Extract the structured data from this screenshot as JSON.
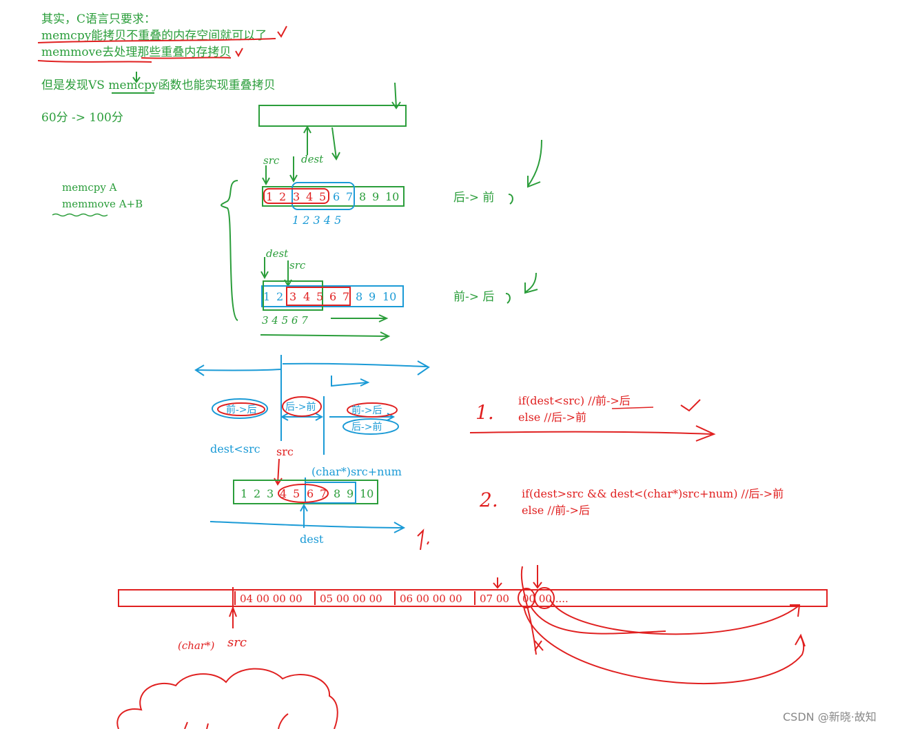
{
  "notes": {
    "line1": "其实，C语言只要求：",
    "line2": "memcpy能拷贝不重叠的内存空间就可以了",
    "line3": "memmove去处理那些重叠内存拷贝",
    "line4": "但是发现VS memcpy函数也能实现重叠拷贝",
    "line5": "60分 -> 100分"
  },
  "side": {
    "memcpy": "memcpy  A",
    "memmove": "memmove A+B"
  },
  "array1": {
    "cells": [
      "1",
      "2",
      "3",
      "4",
      "5",
      "6",
      "7",
      "8",
      "9",
      "10"
    ],
    "src_label": "src",
    "dest_label": "dest",
    "below": "1 2 3 4 5",
    "direction": "后-> 前"
  },
  "array2": {
    "cells": [
      "1",
      "2",
      "3",
      "4",
      "5",
      "6",
      "7",
      "8",
      "9",
      "10"
    ],
    "src_label": "src",
    "dest_label": "dest",
    "below": "3 4 5 6 7",
    "direction": "前-> 后"
  },
  "regions": {
    "left": "前->后",
    "middle": "后->前",
    "right_top": "前->后",
    "right_bottom": "后->前",
    "dest_lt_src": "dest<src",
    "src": "src",
    "src_num": "(char*)src+num",
    "dest": "dest"
  },
  "array3": {
    "cells": [
      "1",
      "2",
      "3",
      "4",
      "5",
      "6",
      "7",
      "8",
      "9",
      "10"
    ]
  },
  "rules": {
    "num1": "1.",
    "rule1_line1": "if(dest<src)  //前->后",
    "rule1_line2": "else          //后->前",
    "num2": "2.",
    "rule2_line1": "if(dest>src && dest<(char*)src+num) //后->前",
    "rule2_line2": "else  //前->后"
  },
  "memory": {
    "groups": [
      "04 00 00 00",
      "05 00 00 00",
      "06 00 00 00",
      "07 00"
    ],
    "tail": "00 00 ....",
    "char_label": "(char*)",
    "src_label": "src"
  },
  "watermark": "CSDN @新晓·故知",
  "colors": {
    "green": "#2a9d3a",
    "red": "#e02020",
    "blue": "#1a9ad6"
  }
}
